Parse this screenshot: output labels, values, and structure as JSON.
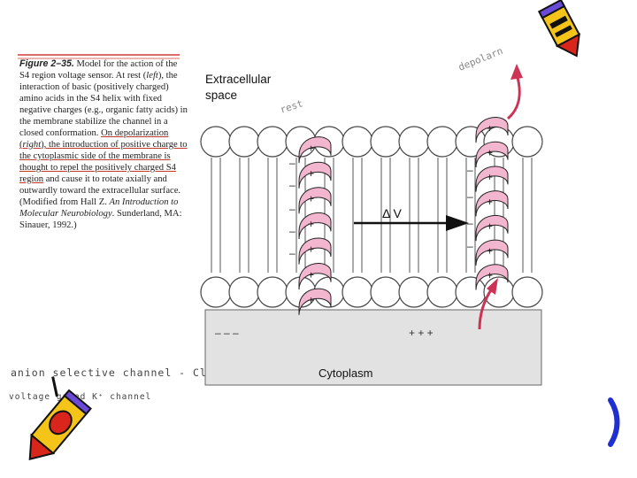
{
  "caption": {
    "figure_label": "Figure 2–35.",
    "part1": " Model for the action of the S4 region voltage sensor. At rest (",
    "left_word": "left",
    "part2": "), the interaction of basic (positively charged) amino acids in the S4 helix with fixed negative charges (e.g., organic fatty acids) in the membrane stabilize the channel in a closed conformation. ",
    "underlined_1": "On depolarization (",
    "right_word": "right",
    "underlined_2": "), the introduction of positive charge to the cytoplasmic side of the membrane is thought to repel the positively charged S4 region",
    "part3": " and cause it to rotate axially and outwardly toward the extracellular surface. (Modified from Hall Z. ",
    "book_title": "An Introduction to Molecular Neurobiology",
    "part4": ". Sunderland, MA: Sinauer, 1992.)"
  },
  "labels": {
    "extracellular": [
      "Extracellular",
      "space"
    ],
    "cytoplasm": "Cytoplasm",
    "delta_v": "Δ V",
    "rest_note": "rest",
    "depolar_note": "depolarn",
    "minus_row": "– – –",
    "plus_row": "+ + +",
    "plus": "+",
    "minus": "–"
  },
  "handwriting": {
    "line1": "anion selective channel - Cl⁻",
    "line2": "voltage gated K⁺ channel"
  },
  "colors": {
    "helix": "#f2b6cf",
    "arrow": "#cc3355",
    "cytoplasm": "#e2e2e2",
    "pencil_yellow": "#f4c419",
    "pencil_red": "#d9261c",
    "paren": "#1f2fd0"
  }
}
